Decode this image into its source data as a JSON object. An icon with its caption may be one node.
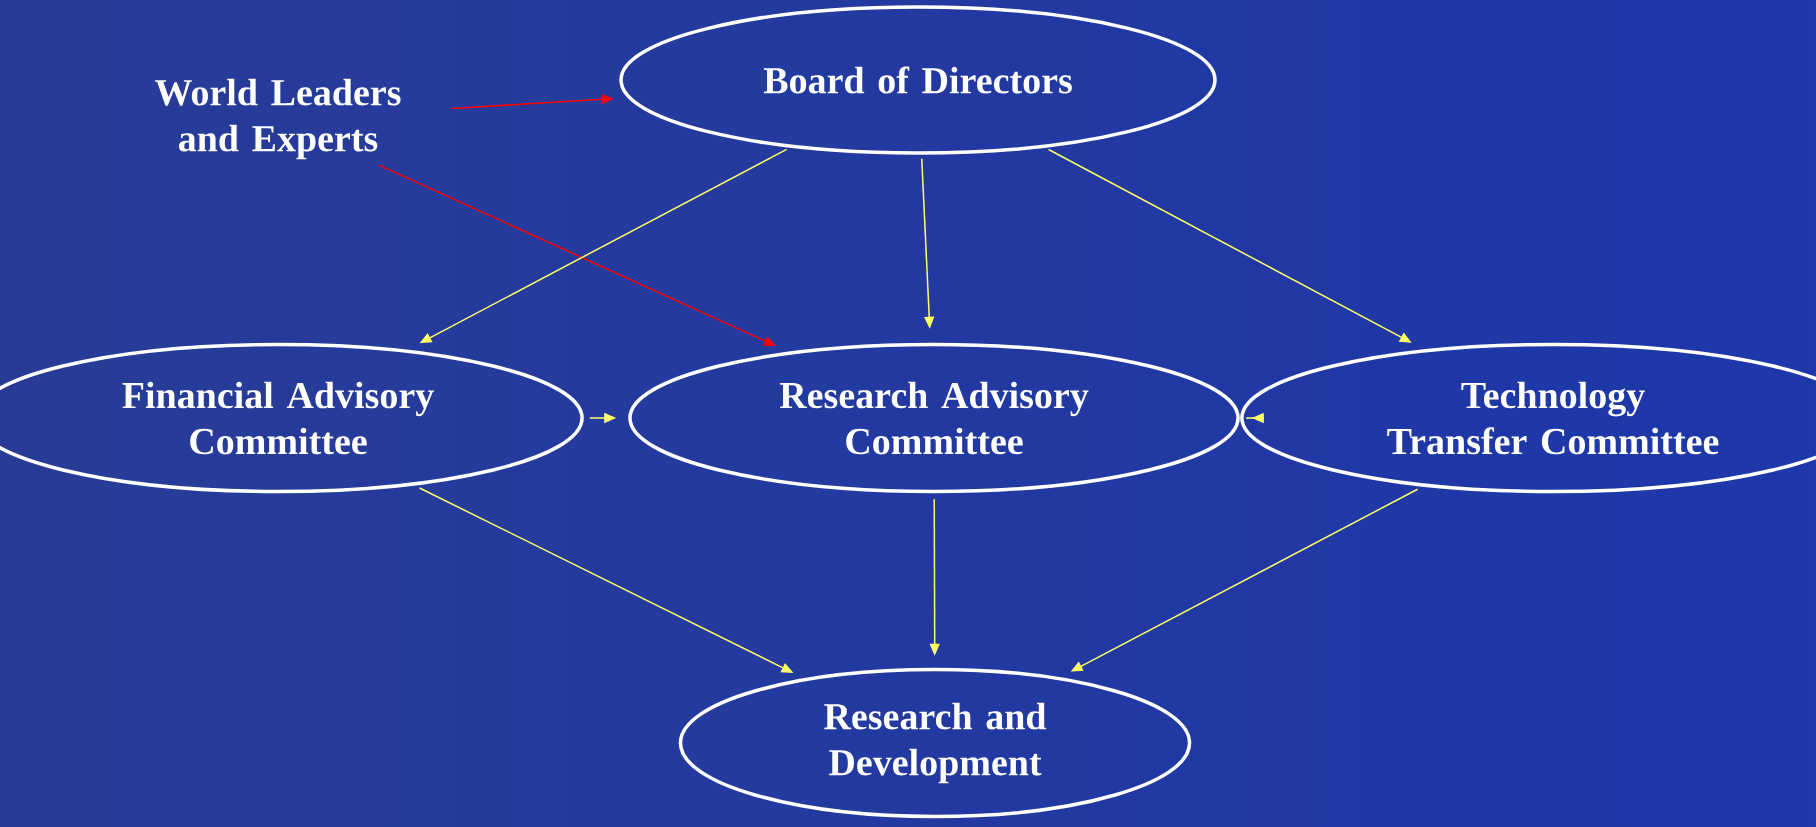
{
  "diagram": {
    "nodes": [
      {
        "text": [
          "World Leaders and Experts"
        ]
      },
      {
        "text": [
          "Board of Directors"
        ]
      },
      {
        "text": [
          "Financial Advisory Committee"
        ]
      },
      {
        "text": [
          "Research Advisory Committee"
        ]
      },
      {
        "text": [
          "Technology Transfer Committee"
        ]
      },
      {
        "text": [
          "Research and Development"
        ]
      }
    ],
    "edges": [
      {
        "from": 0,
        "to": 1,
        "arrow": "to",
        "color": "#ff0000"
      },
      {
        "from": 0,
        "to": 3,
        "arrow": "to",
        "color": "#ff0000"
      },
      {
        "from": 1,
        "to": 2,
        "arrow": "to"
      },
      {
        "from": 1,
        "to": 3,
        "arrow": "to"
      },
      {
        "from": 1,
        "to": 4,
        "arrow": "to"
      },
      {
        "from": 2,
        "to": 3,
        "arrow": "to"
      },
      {
        "from": 4,
        "to": 3,
        "arrow": "to"
      },
      {
        "from": 2,
        "to": 5,
        "arrow": "to"
      },
      {
        "from": 3,
        "to": 5,
        "arrow": "to"
      },
      {
        "from": 4,
        "to": 5,
        "arrow": "to"
      }
    ]
  }
}
